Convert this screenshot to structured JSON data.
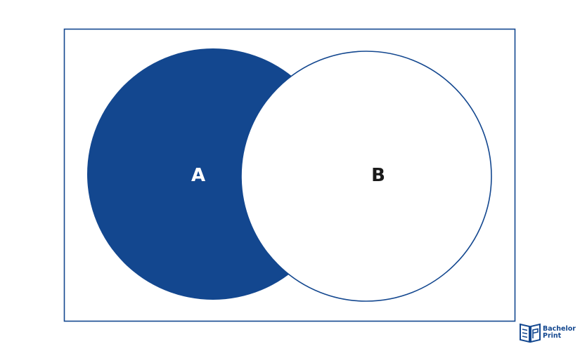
{
  "diagram": {
    "type": "venn",
    "highlighted_region": "A minus B",
    "sets": [
      {
        "label": "A",
        "highlighted": true
      },
      {
        "label": "B",
        "highlighted": false
      }
    ]
  },
  "colors": {
    "fill": "#13478f",
    "stroke": "#13478f",
    "label_on_fill": "#ffffff",
    "label_default": "#1a1a1a",
    "background": "#ffffff"
  },
  "brand": {
    "line1": "Bachelor",
    "line2": "Print",
    "icon": "open-book-bp-logo-icon"
  }
}
